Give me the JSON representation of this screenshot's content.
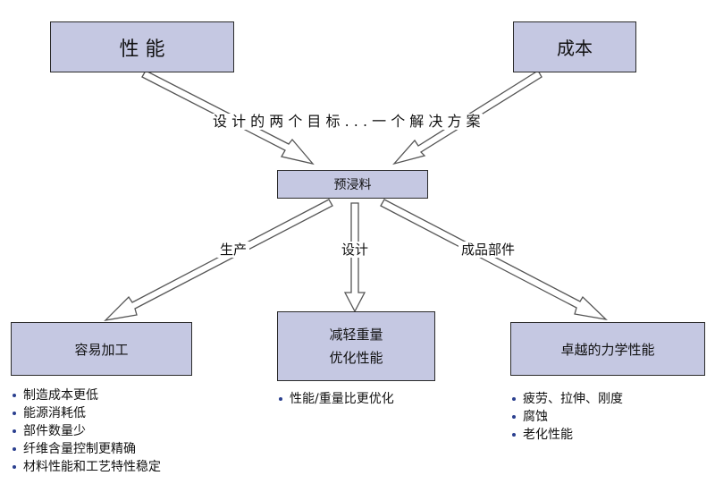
{
  "top": {
    "performance": "性 能",
    "cost": "成本",
    "goals_text": "设 计 的 两 个 目 标 . . . 一 个 解 决 方 案"
  },
  "center": {
    "prepreg": "预浸料"
  },
  "edges": {
    "production": "生产",
    "design": "设计",
    "finished_parts": "成品部件"
  },
  "left": {
    "title": "容易加工",
    "bullets": [
      "制造成本更低",
      "能源消耗低",
      "部件数量少",
      "纤维含量控制更精确",
      "材料性能和工艺特性稳定"
    ]
  },
  "middle": {
    "title_line1": "减轻重量",
    "title_line2": "优化性能",
    "bullets": [
      "性能/重量比更优化"
    ]
  },
  "right": {
    "title": "卓越的力学性能",
    "bullets": [
      "疲劳、拉伸、刚度",
      "腐蚀",
      "老化性能"
    ]
  },
  "colors": {
    "box_fill": "#c5c8e2",
    "border": "#2b2b2b",
    "bullet": "#2a3f8f"
  }
}
